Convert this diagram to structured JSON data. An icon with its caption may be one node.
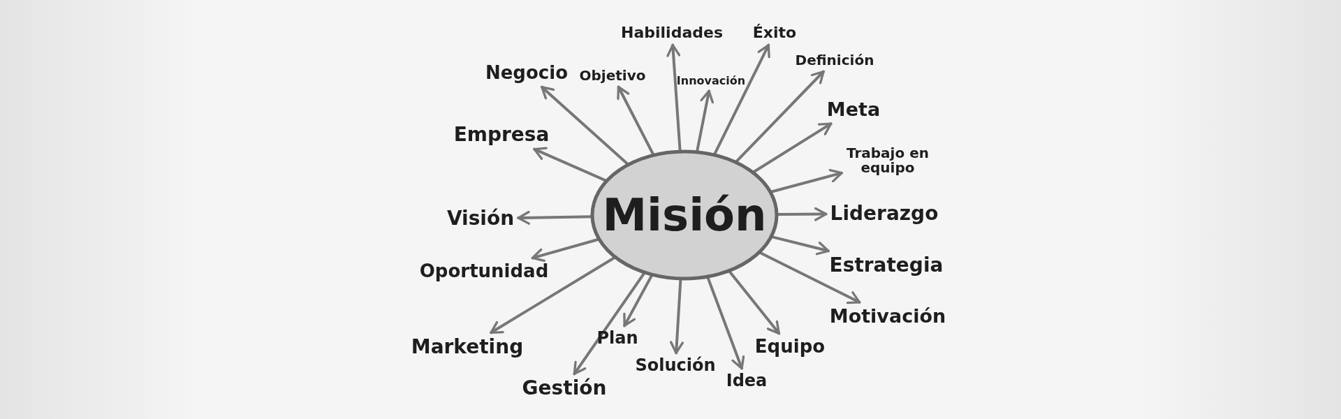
{
  "diagram": {
    "nodes": [
      {
        "text": [
          "Misión"
        ]
      },
      {
        "text": [
          "Habilidades"
        ]
      },
      {
        "text": [
          "Éxito"
        ]
      },
      {
        "text": [
          "Definición"
        ]
      },
      {
        "text": [
          "Negocio"
        ]
      },
      {
        "text": [
          "Objetivo"
        ]
      },
      {
        "text": [
          "Innovación"
        ]
      },
      {
        "text": [
          "Meta"
        ]
      },
      {
        "text": [
          "Empresa"
        ]
      },
      {
        "text": [
          "Trabajo en equipo"
        ]
      },
      {
        "text": [
          "Visión"
        ]
      },
      {
        "text": [
          "Liderazgo"
        ]
      },
      {
        "text": [
          "Oportunidad"
        ]
      },
      {
        "text": [
          "Estrategia"
        ]
      },
      {
        "text": [
          "Motivación"
        ]
      },
      {
        "text": [
          "Plan"
        ]
      },
      {
        "text": [
          "Marketing"
        ]
      },
      {
        "text": [
          "Equipo"
        ]
      },
      {
        "text": [
          "Solución"
        ]
      },
      {
        "text": [
          "Idea"
        ]
      },
      {
        "text": [
          "Gestión"
        ]
      }
    ],
    "edges": [
      {
        "from": 0,
        "to": 1,
        "arrow": "to"
      },
      {
        "from": 0,
        "to": 2,
        "arrow": "to"
      },
      {
        "from": 0,
        "to": 3,
        "arrow": "to"
      },
      {
        "from": 0,
        "to": 4,
        "arrow": "to"
      },
      {
        "from": 0,
        "to": 5,
        "arrow": "to"
      },
      {
        "from": 0,
        "to": 6,
        "arrow": "to"
      },
      {
        "from": 0,
        "to": 7,
        "arrow": "to"
      },
      {
        "from": 0,
        "to": 8,
        "arrow": "to"
      },
      {
        "from": 0,
        "to": 9,
        "arrow": "to"
      },
      {
        "from": 0,
        "to": 10,
        "arrow": "to"
      },
      {
        "from": 0,
        "to": 11,
        "arrow": "to"
      },
      {
        "from": 0,
        "to": 12,
        "arrow": "to"
      },
      {
        "from": 0,
        "to": 13,
        "arrow": "to"
      },
      {
        "from": 0,
        "to": 14,
        "arrow": "to"
      },
      {
        "from": 0,
        "to": 15,
        "arrow": "to"
      },
      {
        "from": 0,
        "to": 16,
        "arrow": "to"
      },
      {
        "from": 0,
        "to": 17,
        "arrow": "to"
      },
      {
        "from": 0,
        "to": 18,
        "arrow": "to"
      },
      {
        "from": 0,
        "to": 19,
        "arrow": "to"
      },
      {
        "from": 0,
        "to": 20,
        "arrow": "to"
      }
    ]
  }
}
